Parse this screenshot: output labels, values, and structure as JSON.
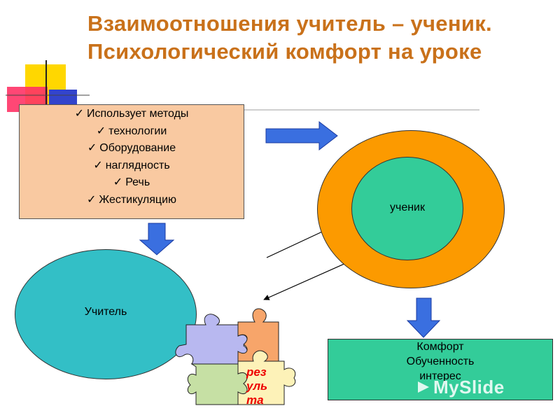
{
  "title": "Взаимоотношения учитель – ученик. Психологический комфорт на уроке",
  "methods": {
    "items": [
      "Использует методы",
      "технологии",
      "Оборудование",
      "наглядность",
      "Речь",
      "Жестикуляцию"
    ]
  },
  "nodes": {
    "student": "ученик",
    "teacher": "Учитель"
  },
  "results": {
    "lines": [
      "Комфорт",
      "Обученность",
      "интерес"
    ]
  },
  "puzzle": {
    "lines": [
      "рез",
      "уль",
      "та"
    ]
  },
  "watermark": "MySlide",
  "colors": {
    "title": "#c9711a",
    "methods_box": "#f9c9a1",
    "teacher": "#33bfc6",
    "outer_ring": "#fc9a00",
    "inner_circle": "#33cc99",
    "arrow": "#3a6fe0",
    "puzzle_text": "#ee0000"
  }
}
